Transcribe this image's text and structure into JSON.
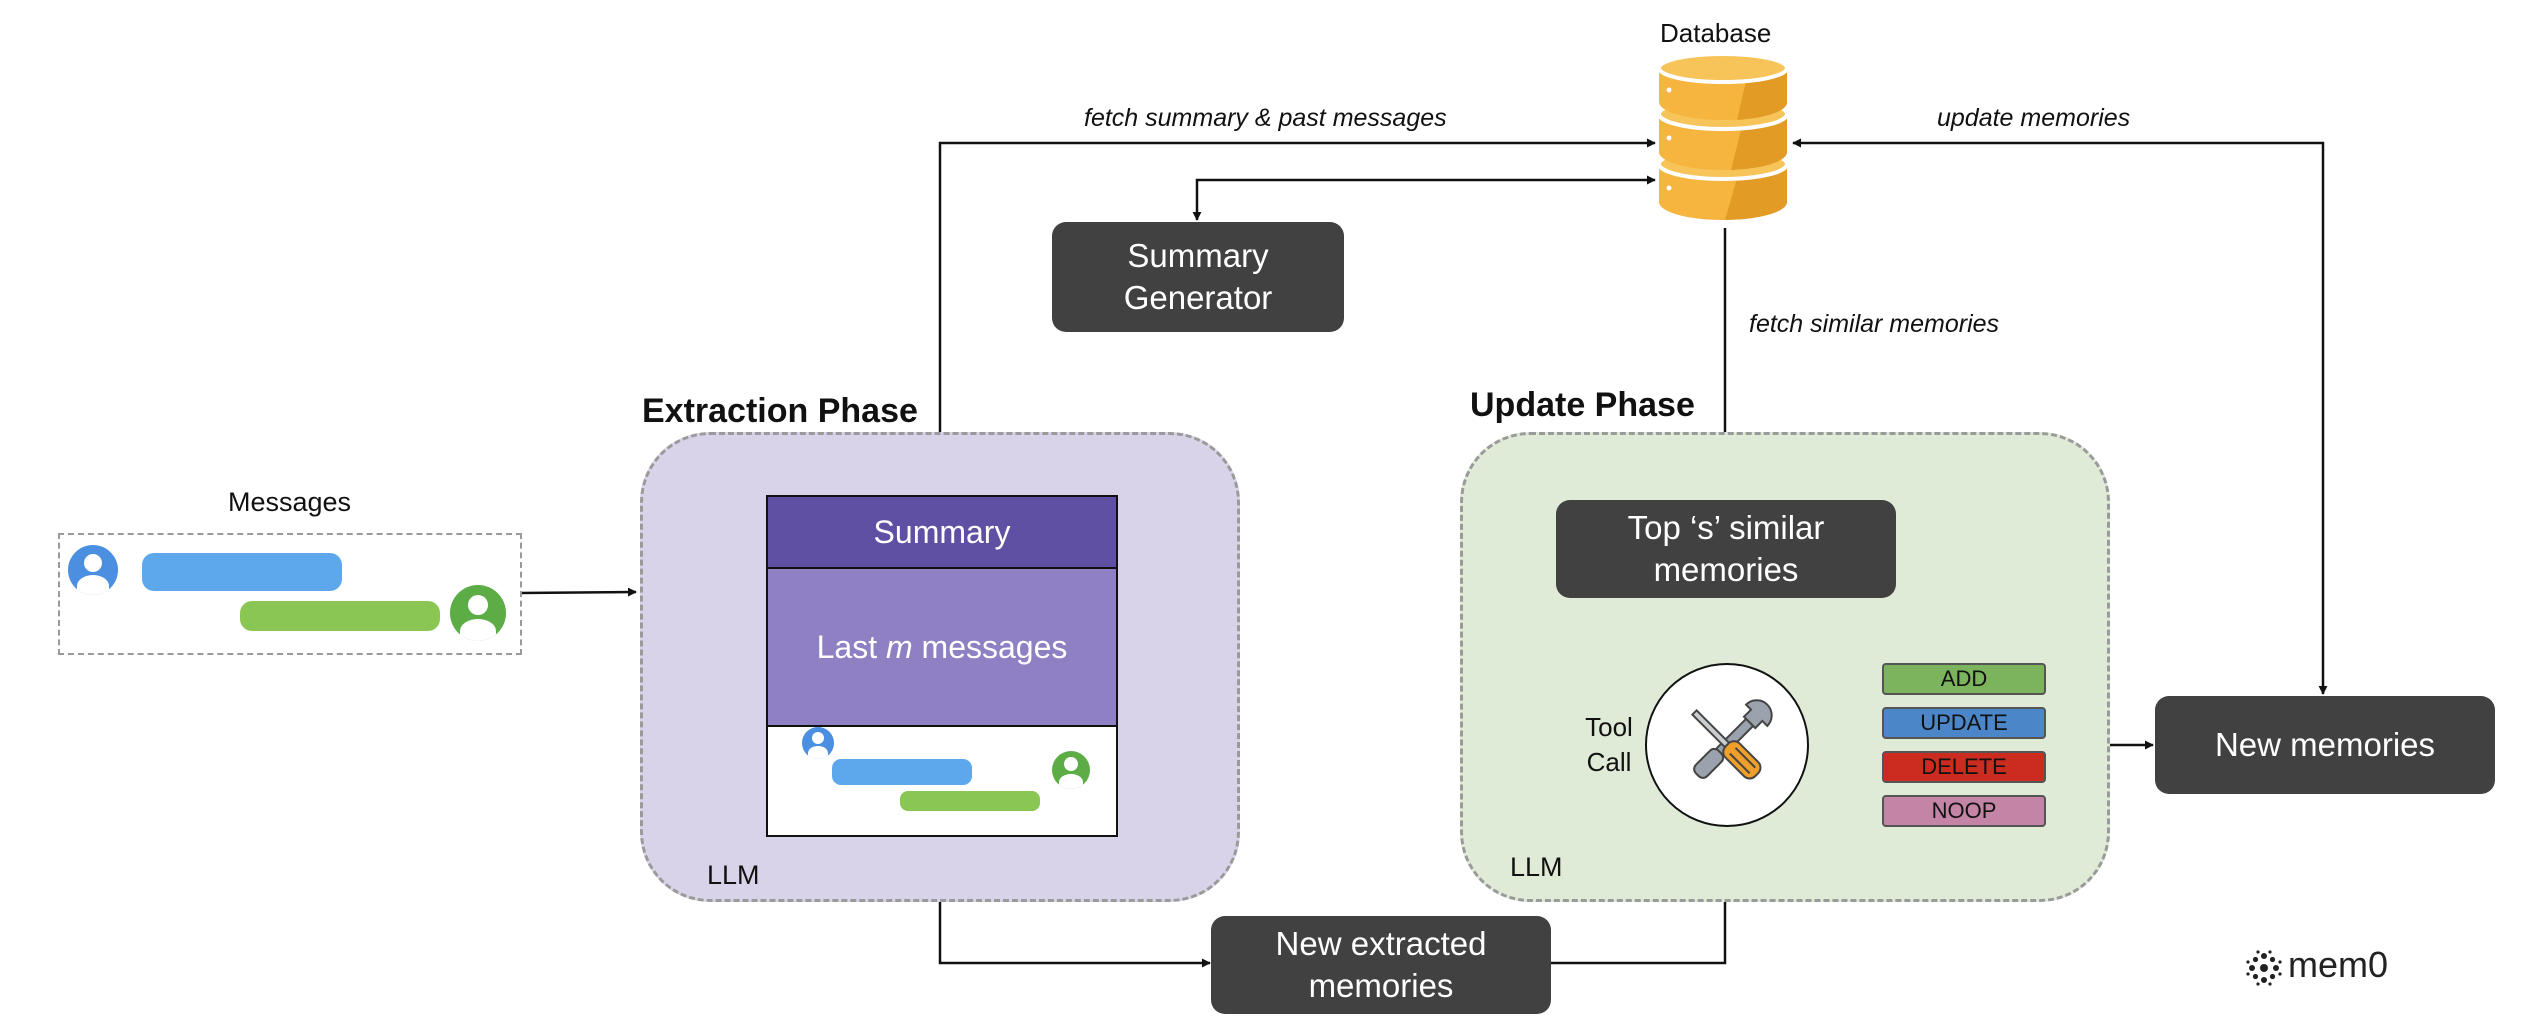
{
  "database": {
    "label": "Database"
  },
  "messages": {
    "label": "Messages"
  },
  "extraction_phase": {
    "title": "Extraction Phase",
    "llm_label": "LLM",
    "summary_label": "Summary",
    "last_prefix": "Last ",
    "last_var": "m",
    "last_suffix": " messages"
  },
  "update_phase": {
    "title": "Update Phase",
    "llm_label": "LLM",
    "top_similar": [
      "Top ‘s’ similar",
      "memories"
    ],
    "tool_call": [
      "Tool",
      "Call"
    ],
    "operations": [
      "ADD",
      "UPDATE",
      "DELETE",
      "NOOP"
    ]
  },
  "summary_generator": [
    "Summary",
    "Generator"
  ],
  "new_extracted_memories": [
    "New extracted",
    "memories"
  ],
  "new_memories": "New memories",
  "edges": {
    "fetch_summary": "fetch summary & past messages",
    "update_memories": "update memories",
    "fetch_similar": "fetch similar memories"
  },
  "brand": {
    "name": "mem0"
  },
  "colors": {
    "dark_box": "#414141",
    "extraction_bg": "#d8d3e8",
    "update_bg": "#dfead7",
    "summary_header": "#6050a3",
    "last_messages": "#8f80c4",
    "database": "#f5b53f",
    "user_bubble": "#5da8ed",
    "bot_bubble": "#8ac653",
    "op_add": "#7cb35d",
    "op_update": "#4a86c8",
    "op_delete": "#cc2b20",
    "op_noop": "#c384a5"
  }
}
